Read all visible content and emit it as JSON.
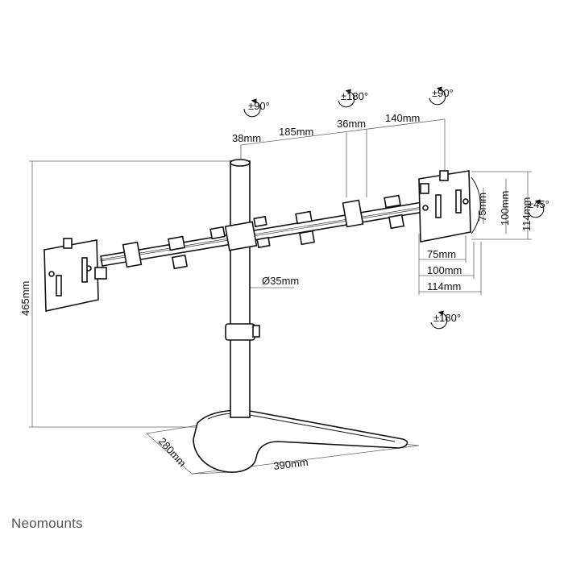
{
  "brand": "Neomounts",
  "dimensions": {
    "height_total": "465mm",
    "pole_offset": "38mm",
    "arm_length": "185mm",
    "joint_width": "36mm",
    "arm_end": "140mm",
    "pole_diameter": "Ø35mm",
    "base_depth": "280mm",
    "base_width": "390mm"
  },
  "rotations": {
    "left_tilt": "±90°",
    "center_swivel": "±180°",
    "right_tilt": "±90°",
    "side_tilt": "±45°",
    "bottom_rotate": "±180°"
  },
  "vesa": {
    "h75": "75mm",
    "h100": "100mm",
    "h114": "114mm",
    "v75": "75mm",
    "v100": "100mm",
    "v114": "114mm"
  }
}
